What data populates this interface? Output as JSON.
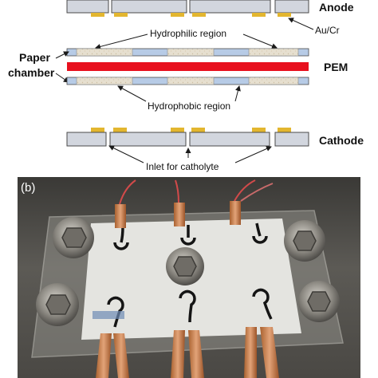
{
  "schematic": {
    "labels": {
      "anode": "Anode",
      "au_cr": "Au/Cr",
      "hydrophilic_region": "Hydrophilic region",
      "paper_chamber": "Paper\nchamber",
      "pem": "PEM",
      "hydrophobic_region": "Hydrophobic region",
      "cathode": "Cathode",
      "inlet_for_catholyte": "Inlet for catholyte"
    },
    "colors": {
      "slide": "#d2d6de",
      "slide_stroke": "#4a4a4a",
      "electrode": "#e3b62f",
      "pem": "#e8101e",
      "hydrophilic": "#e3dccb",
      "hydrophobic": "#b7cbe6",
      "arrow": "#1a1a1a"
    }
  },
  "photo": {
    "panel_label": "(b)",
    "description_icon": "photo-of-paper-fuel-cell-device"
  }
}
